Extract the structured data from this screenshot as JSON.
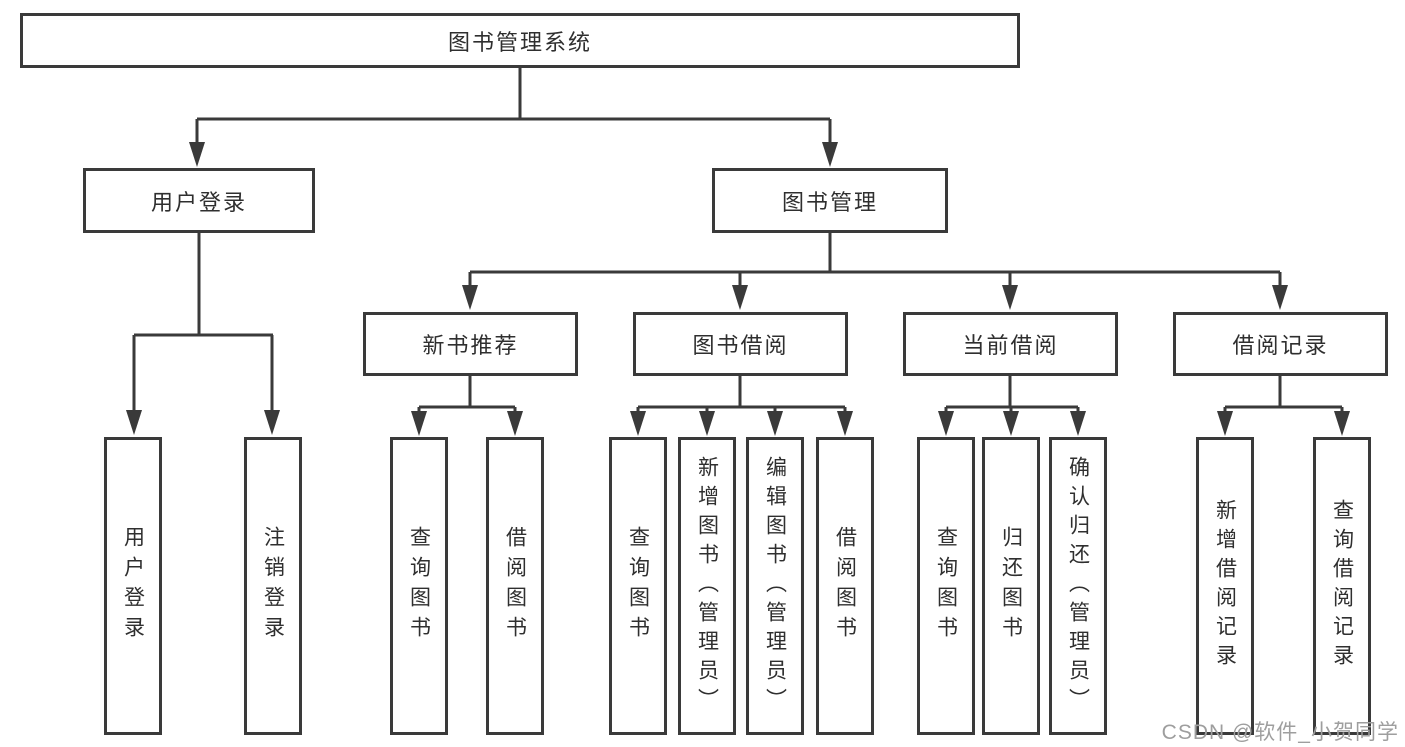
{
  "tree": {
    "label": "图书管理系统",
    "children": [
      {
        "label": "用户登录",
        "children": [
          {
            "label": "用户登录"
          },
          {
            "label": "注销登录"
          }
        ]
      },
      {
        "label": "图书管理",
        "children": [
          {
            "label": "新书推荐",
            "children": [
              {
                "label": "查询图书"
              },
              {
                "label": "借阅图书"
              }
            ]
          },
          {
            "label": "图书借阅",
            "children": [
              {
                "label": "查询图书"
              },
              {
                "label": "新增图书（管理员）"
              },
              {
                "label": "编辑图书（管理员）"
              },
              {
                "label": "借阅图书"
              }
            ]
          },
          {
            "label": "当前借阅",
            "children": [
              {
                "label": "查询图书"
              },
              {
                "label": "归还图书"
              },
              {
                "label": "确认归还（管理员）"
              }
            ]
          },
          {
            "label": "借阅记录",
            "children": [
              {
                "label": "新增借阅记录"
              },
              {
                "label": "查询借阅记录"
              }
            ]
          }
        ]
      }
    ]
  },
  "watermark": {
    "text": "CSDN @软件_小贺同学"
  },
  "colors": {
    "line": "#3a3a3a",
    "box_border": "#3a3a3a",
    "text": "#2f2f2f",
    "background": "#ffffff",
    "watermark": "#9e9e9e"
  }
}
